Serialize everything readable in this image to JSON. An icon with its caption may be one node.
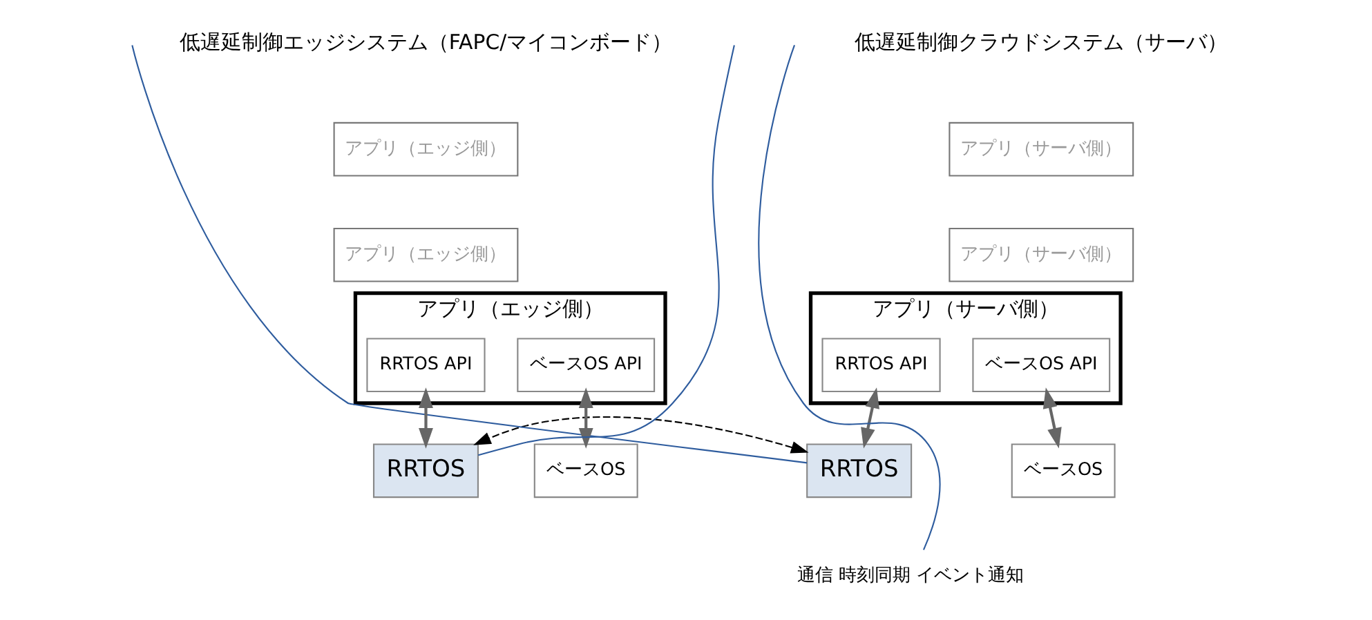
{
  "diagram": {
    "nodes": [
      {
        "text": [
          "アプリ（サーバ側）"
        ]
      },
      {
        "text": [
          "アプリ（サーバ側）"
        ]
      },
      {
        "text": [
          "アプリ（サーバ側）"
        ]
      },
      {
        "text": [
          "ベースOS API"
        ],
        "in": 2
      },
      {
        "text": [
          "RRTOS API"
        ],
        "in": 2
      },
      {
        "text": [
          "ベースOS"
        ]
      },
      {
        "text": [
          "RRTOS"
        ]
      },
      {
        "text": [
          "アプリ（エッジ側）"
        ]
      },
      {
        "text": [
          "アプリ（エッジ側）"
        ]
      },
      {
        "text": [
          "アプリ（エッジ側）"
        ]
      },
      {
        "text": [
          "RRTOS API"
        ],
        "in": 9
      },
      {
        "text": [
          "ベースOS API"
        ],
        "in": 9
      },
      {
        "text": [
          "RRTOS"
        ]
      },
      {
        "text": [
          "ベースOS"
        ]
      },
      {
        "text": [
          "通信 時刻同期 イベント通知"
        ]
      }
    ],
    "edges": [
      {
        "from": 3,
        "to": 5,
        "arrow": "both"
      },
      {
        "from": 4,
        "to": 6,
        "arrow": "both"
      },
      {
        "from": 10,
        "to": 12,
        "arrow": "both"
      },
      {
        "from": 11,
        "to": 13,
        "arrow": "both"
      },
      {
        "from": 6,
        "to": 12,
        "arrow": "both",
        "style": "dashed",
        "color": "#000000"
      },
      {
        "from": 6,
        "to": null,
        "arrow": "none",
        "color": "#2e5c9e"
      },
      {
        "from": 12,
        "to": null,
        "arrow": "none",
        "color": "#2e5c9e"
      },
      {
        "from": 14,
        "to": null,
        "arrow": "none",
        "color": "#2e5c9e"
      }
    ],
    "labels": [
      "低遅延制御クラウドシステム（サーバ）",
      "低遅延制御エッジシステム（FAPC/マイコンボード）"
    ]
  }
}
